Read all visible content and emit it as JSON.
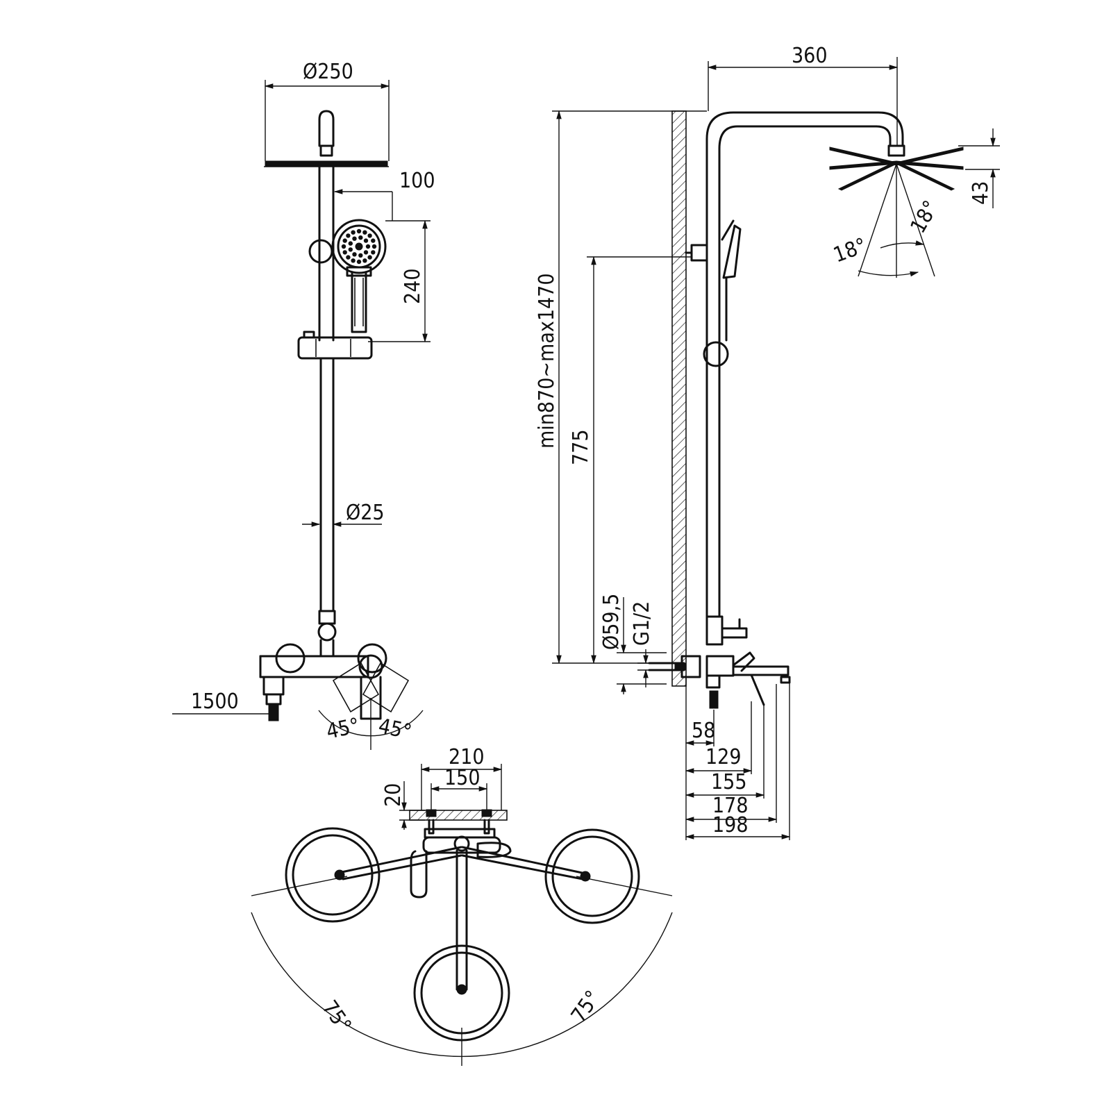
{
  "front_view": {
    "head_diameter": "Ø250",
    "arm_offset": "100",
    "hand_shower_height": "240",
    "pipe_diameter": "Ø25",
    "hose_length": "1500",
    "lever_angle_left": "45°",
    "lever_angle_right": "45°"
  },
  "side_view": {
    "arm_reach": "360",
    "head_thickness": "43",
    "spray_angle_left": "18°",
    "spray_angle_right": "18°",
    "height_range": "min870~max1470",
    "mixer_to_bracket": "775",
    "flange_diameter": "Ø59,5",
    "thread": "G1/2",
    "depths": [
      "58",
      "129",
      "155",
      "178",
      "198"
    ]
  },
  "top_view": {
    "width_outer": "210",
    "width_inner": "150",
    "wall_offset": "20",
    "swivel_left": "75°",
    "swivel_right": "75°"
  }
}
